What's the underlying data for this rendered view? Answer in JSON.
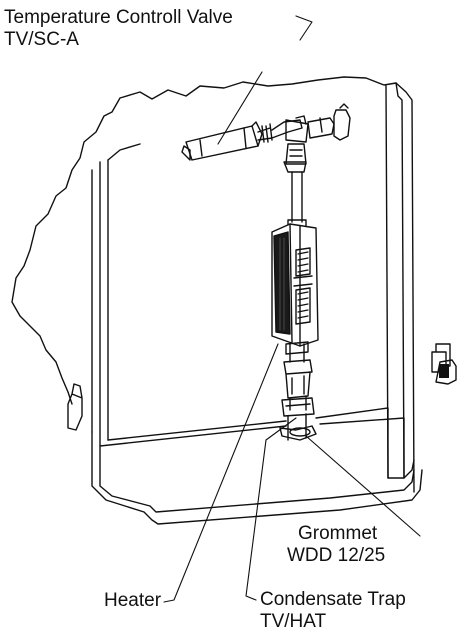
{
  "labels": {
    "valve_line1": "Temperature Controll Valve",
    "valve_line2": "TV/SC-A",
    "grommet_line1": "Grommet",
    "grommet_line2": "WDD 12/25",
    "heater": "Heater",
    "trap_line1": "Condensate Trap",
    "trap_line2": "TV/HAT"
  },
  "colors": {
    "line": "#111111",
    "background": "#ffffff"
  }
}
